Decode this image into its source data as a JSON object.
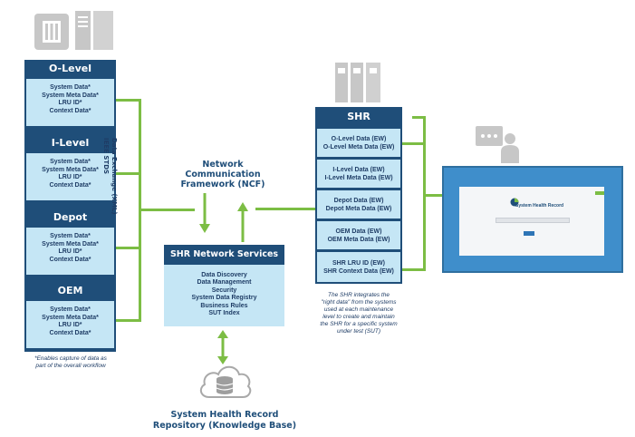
{
  "left_levels": [
    {
      "title": "O-Level",
      "items": [
        "System Data*",
        "System Meta Data*",
        "LRU ID*",
        "Context Data*"
      ]
    },
    {
      "title": "I-Level",
      "items": [
        "System Data*",
        "System Meta Data*",
        "LRU ID*",
        "Context Data*"
      ]
    },
    {
      "title": "Depot",
      "items": [
        "System Data*",
        "System Meta Data*",
        "LRU ID*",
        "Context Data*"
      ]
    },
    {
      "title": "OEM",
      "items": [
        "System Data*",
        "System Meta Data*",
        "LRU ID*",
        "Context Data*"
      ]
    }
  ],
  "left_footnote": [
    "*Enables capture of data as",
    "part of the overall workflow"
  ],
  "vertical_label": [
    "Data Exchange (XML)",
    "IEEE STDS"
  ],
  "ncf_label": [
    "Network",
    "Communication",
    "Framework (NCF)"
  ],
  "services": {
    "title": "SHR Network Services",
    "items": [
      "Data Discovery",
      "Data Management",
      "Security",
      "System Data Registry",
      "Business Rules",
      "SUT Index"
    ]
  },
  "repository_label": [
    "System Health Record",
    "Repository (Knowledge Base)"
  ],
  "shr": {
    "title": "SHR",
    "rows": [
      [
        "O-Level Data (EW)",
        "O-Level Meta Data (EW)"
      ],
      [
        "I-Level Data (EW)",
        "I-Level Meta Data (EW)"
      ],
      [
        "Depot Data (EW)",
        "Depot Meta Data (EW)"
      ],
      [
        "OEM Data (EW)",
        "OEM Meta Data (EW)"
      ],
      [
        "SHR LRU ID (EW)",
        "SHR Context Data (EW)"
      ]
    ],
    "caption": [
      "The SHR integrates the",
      "\"right data\" from the systems",
      "used at each maintenance",
      "level to create and maintain",
      "the SHR for a specific system",
      "under test (SUT)"
    ]
  },
  "screen": {
    "logo_text": "System Health Record"
  },
  "colors": {
    "navy": "#1f4e79",
    "light_blue": "#c5e6f5",
    "green": "#7cbd44",
    "icon_gray": "#c7c7c7"
  }
}
